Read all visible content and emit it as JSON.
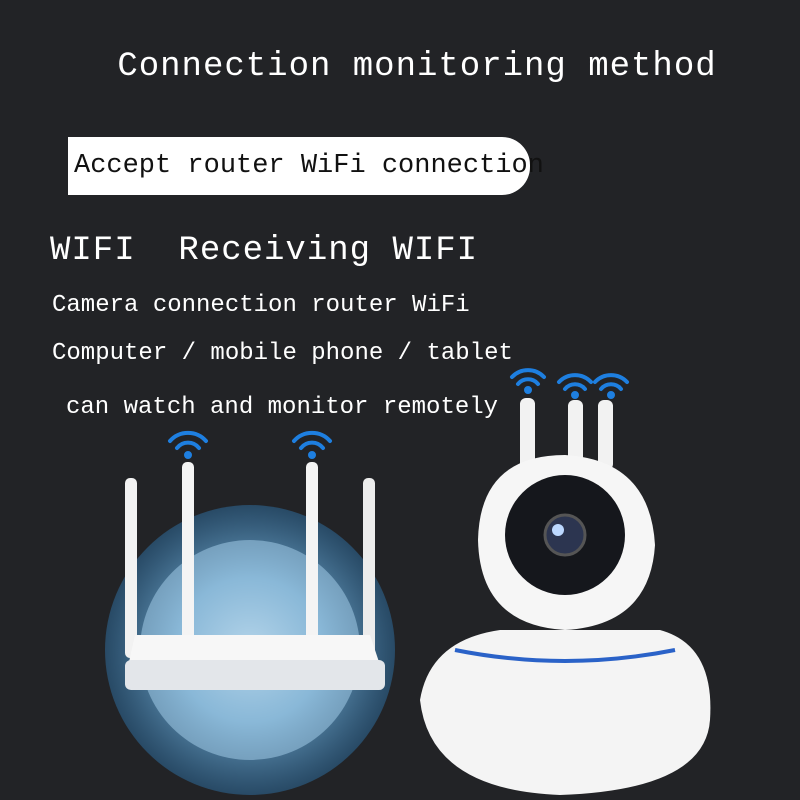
{
  "title": "Connection monitoring method",
  "label_pill": "Accept router WiFi connection",
  "heading": "WIFI  Receiving WIFI",
  "lines": [
    "Camera connection router WiFi",
    "Computer / mobile phone / tablet",
    "can watch and monitor remotely"
  ],
  "colors": {
    "background": "#222326",
    "wifi": "#1e7fe0",
    "glow": "#6fb6ea"
  }
}
